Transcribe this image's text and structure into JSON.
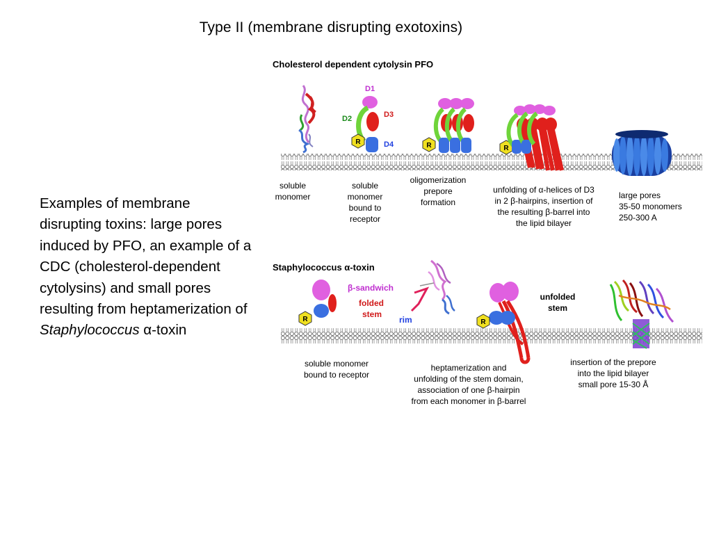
{
  "slide": {
    "title": "Type II (membrane disrupting exotoxins)",
    "description": {
      "text": "Examples of membrane disrupting toxins: large pores induced by PFO, an example of a CDC (cholesterol-dependent cytolysins) and small pores resulting from heptamerization of",
      "species": "Staphylococcus",
      "alpha": "α",
      "suffix": "-toxin"
    }
  },
  "figure": {
    "panel_a": {
      "title": "Cholesterol dependent cytolysin  PFO",
      "domains": {
        "d1": "D1",
        "d2": "D2",
        "d3": "D3",
        "d4": "D4",
        "receptor": "R"
      },
      "stages": [
        {
          "lines": [
            "soluble",
            "monomer"
          ]
        },
        {
          "lines": [
            "soluble",
            "monomer",
            "bound to",
            "receptor"
          ]
        },
        {
          "lines": [
            "oligomerization",
            "prepore",
            "formation"
          ]
        },
        {
          "lines": [
            "unfolding of α-helices of D3",
            "in 2 β-hairpins, insertion of",
            "the resulting β-barrel into",
            "the lipid bilayer"
          ]
        },
        {
          "lines": [
            "large pores",
            "35-50 monomers",
            "250-300 A"
          ]
        }
      ]
    },
    "panel_b": {
      "title": "Staphylococcus α-toxin",
      "labels": {
        "beta_sandwich": "β-sandwich",
        "folded_stem_1": "folded",
        "folded_stem_2": "stem",
        "rim": "rim",
        "unfolded_stem_1": "unfolded",
        "unfolded_stem_2": "stem",
        "receptor": "R"
      },
      "stages": [
        {
          "lines": [
            "soluble monomer",
            "bound to receptor"
          ]
        },
        {
          "lines": [
            "heptamerization and",
            "unfolding of the stem domain,",
            "association of one β-hairpin",
            "from each monomer in β-barrel"
          ]
        },
        {
          "lines": [
            "insertion of the prepore",
            "into the lipid bilayer",
            "small pore 15-30 Å"
          ]
        }
      ]
    },
    "colors": {
      "d1": "#e060e0",
      "d2": "#6fd43a",
      "d3": "#e0201c",
      "d4": "#3a6fe0",
      "receptor": "#f0e020",
      "label_green": "#1a8a1a",
      "label_red": "#d01a1a",
      "label_blue": "#2040e0",
      "label_magenta": "#c030d0"
    }
  }
}
